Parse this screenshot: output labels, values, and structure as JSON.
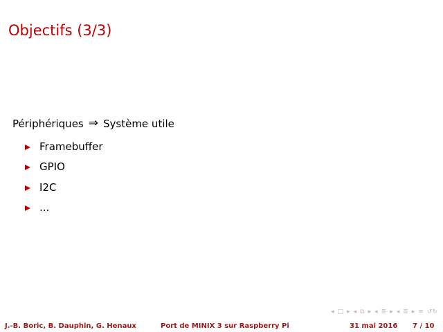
{
  "slide": {
    "title": "Objectifs (3/3)",
    "intro_left": "Périphériques",
    "intro_arrow": "⇒",
    "intro_right": "Système utile",
    "bullets": [
      "Framebuffer",
      "GPIO",
      "I2C",
      "..."
    ]
  },
  "nav": {
    "prev_frame_icon": "◂",
    "frame_icon": "□",
    "next_frame_icon": "▸",
    "prev_subsection_icon": "◂",
    "subsection_icon": "⧉",
    "next_subsection_icon": "▸",
    "prev_section_icon": "◂",
    "section_icon": "≣",
    "next_section_icon": "▸",
    "prev_sec2_icon": "◂",
    "sec2_icon": "≣",
    "next_sec2_icon": "▸",
    "align_icon": "≡",
    "search_icon": "↺↻"
  },
  "footer": {
    "authors": "J.-B. Boric, B. Dauphin, G. Henaux",
    "talk_title": "Port de MINIX 3 sur Raspberry Pi",
    "date": "31 mai 2016",
    "page": "7 / 10"
  },
  "colors": {
    "accent": "#c00000",
    "footer_text": "#9b1818",
    "nav_icons": "#c8b4b4"
  }
}
